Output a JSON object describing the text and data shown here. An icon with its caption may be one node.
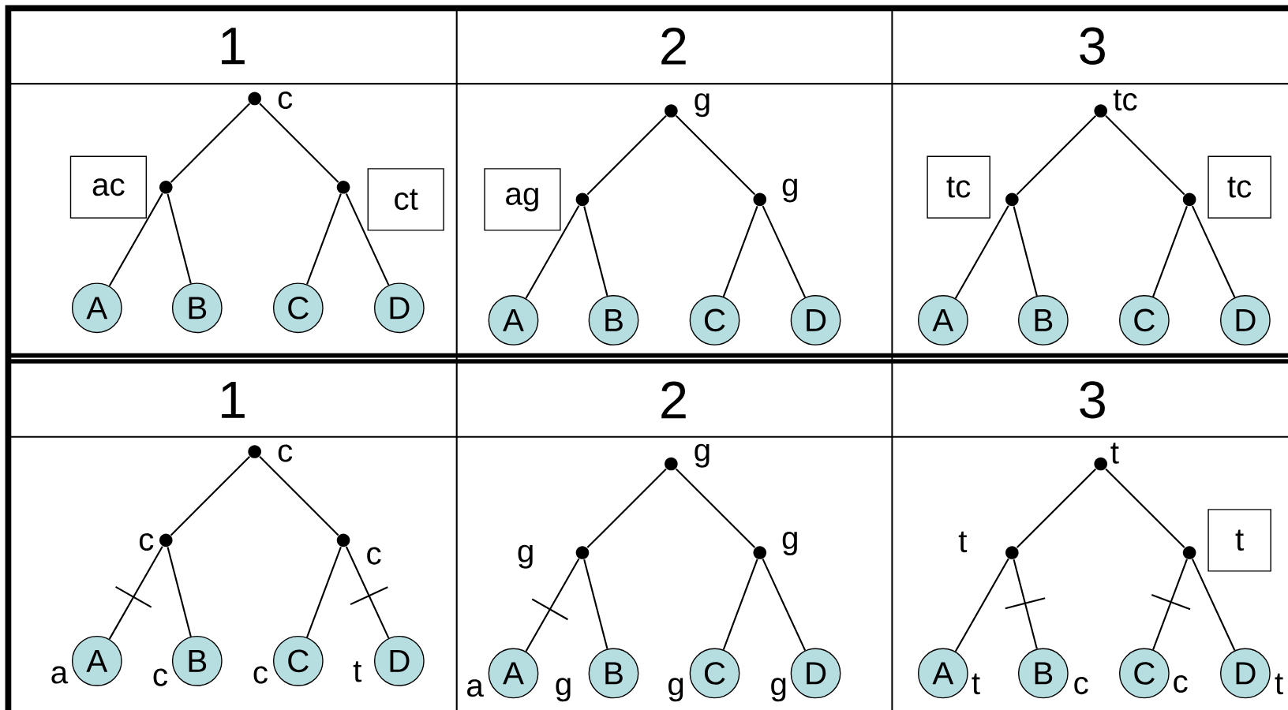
{
  "diagram": {
    "nodes": [
      {
        "text": [],
        "shape": "circle",
        "beside": [
          "c"
        ]
      },
      {
        "text": [],
        "shape": "circle"
      },
      {
        "text": [],
        "shape": "circle"
      },
      {
        "text": [
          "A"
        ]
      },
      {
        "text": [
          "B"
        ]
      },
      {
        "text": [
          "C"
        ]
      },
      {
        "text": [
          "D"
        ]
      },
      {
        "text": [
          "ac"
        ]
      },
      {
        "text": [
          "ct"
        ]
      },
      {
        "text": [],
        "shape": "circle",
        "beside": [
          "g"
        ]
      },
      {
        "text": [],
        "shape": "circle"
      },
      {
        "text": [],
        "shape": "circle",
        "beside": [
          "g"
        ]
      },
      {
        "text": [
          "A"
        ]
      },
      {
        "text": [
          "B"
        ]
      },
      {
        "text": [
          "C"
        ]
      },
      {
        "text": [
          "D"
        ]
      },
      {
        "text": [
          "ag"
        ]
      },
      {
        "text": [],
        "shape": "circle",
        "beside": [
          "tc"
        ]
      },
      {
        "text": [],
        "shape": "circle"
      },
      {
        "text": [],
        "shape": "circle"
      },
      {
        "text": [
          "A"
        ]
      },
      {
        "text": [
          "B"
        ]
      },
      {
        "text": [
          "C"
        ]
      },
      {
        "text": [
          "D"
        ]
      },
      {
        "text": [
          "tc"
        ]
      },
      {
        "text": [
          "tc"
        ]
      },
      {
        "text": [],
        "shape": "circle",
        "beside": [
          "c"
        ]
      },
      {
        "text": [],
        "shape": "circle",
        "beside": [
          "c"
        ]
      },
      {
        "text": [],
        "shape": "circle",
        "beside": [
          "c"
        ]
      },
      {
        "text": [
          "A"
        ],
        "beside": [
          "a"
        ]
      },
      {
        "text": [
          "B"
        ],
        "beside": [
          "c"
        ]
      },
      {
        "text": [
          "C"
        ],
        "beside": [
          "c"
        ]
      },
      {
        "text": [
          "D"
        ],
        "beside": [
          "t"
        ]
      },
      {
        "text": [],
        "shape": "circle",
        "beside": [
          "g"
        ]
      },
      {
        "text": [],
        "shape": "circle",
        "beside": [
          "g"
        ]
      },
      {
        "text": [],
        "shape": "circle",
        "beside": [
          "g"
        ]
      },
      {
        "text": [
          "A"
        ],
        "beside": [
          "a"
        ]
      },
      {
        "text": [
          "B"
        ],
        "beside": [
          "g"
        ]
      },
      {
        "text": [
          "C"
        ],
        "beside": [
          "g"
        ]
      },
      {
        "text": [
          "D"
        ],
        "beside": [
          "g"
        ]
      },
      {
        "text": [],
        "shape": "circle",
        "beside": [
          "t"
        ]
      },
      {
        "text": [],
        "shape": "circle",
        "beside": [
          "t"
        ]
      },
      {
        "text": [],
        "shape": "circle"
      },
      {
        "text": [
          "A"
        ],
        "beside": [
          "t"
        ]
      },
      {
        "text": [
          "B"
        ],
        "beside": [
          "c"
        ]
      },
      {
        "text": [
          "C"
        ],
        "beside": [
          "c"
        ]
      },
      {
        "text": [
          "D"
        ],
        "beside": [
          "t"
        ]
      },
      {
        "text": [
          "t"
        ]
      }
    ],
    "edges": [
      {
        "from": 0,
        "to": 1,
        "arrow": "none"
      },
      {
        "from": 0,
        "to": 2,
        "arrow": "none"
      },
      {
        "from": 1,
        "to": 3,
        "arrow": "none"
      },
      {
        "from": 1,
        "to": 4,
        "arrow": "none"
      },
      {
        "from": 2,
        "to": 5,
        "arrow": "none"
      },
      {
        "from": 2,
        "to": 6,
        "arrow": "none"
      },
      {
        "from": 9,
        "to": 10,
        "arrow": "none"
      },
      {
        "from": 9,
        "to": 11,
        "arrow": "none"
      },
      {
        "from": 10,
        "to": 12,
        "arrow": "none"
      },
      {
        "from": 10,
        "to": 13,
        "arrow": "none"
      },
      {
        "from": 11,
        "to": 14,
        "arrow": "none"
      },
      {
        "from": 11,
        "to": 15,
        "arrow": "none"
      },
      {
        "from": 17,
        "to": 18,
        "arrow": "none"
      },
      {
        "from": 17,
        "to": 19,
        "arrow": "none"
      },
      {
        "from": 18,
        "to": 20,
        "arrow": "none"
      },
      {
        "from": 18,
        "to": 21,
        "arrow": "none"
      },
      {
        "from": 19,
        "to": 22,
        "arrow": "none"
      },
      {
        "from": 19,
        "to": 23,
        "arrow": "none"
      },
      {
        "from": 26,
        "to": 27,
        "arrow": "none"
      },
      {
        "from": 26,
        "to": 28,
        "arrow": "none"
      },
      {
        "from": 27,
        "to": 29,
        "arrow": "none"
      },
      {
        "from": 27,
        "to": 30,
        "arrow": "none"
      },
      {
        "from": 28,
        "to": 31,
        "arrow": "none"
      },
      {
        "from": 28,
        "to": 32,
        "arrow": "none"
      },
      {
        "from": 33,
        "to": 34,
        "arrow": "none"
      },
      {
        "from": 33,
        "to": 35,
        "arrow": "none"
      },
      {
        "from": 34,
        "to": 36,
        "arrow": "none"
      },
      {
        "from": 34,
        "to": 37,
        "arrow": "none"
      },
      {
        "from": 35,
        "to": 38,
        "arrow": "none"
      },
      {
        "from": 35,
        "to": 39,
        "arrow": "none"
      },
      {
        "from": 40,
        "to": 41,
        "arrow": "none"
      },
      {
        "from": 40,
        "to": 42,
        "arrow": "none"
      },
      {
        "from": 41,
        "to": 43,
        "arrow": "none"
      },
      {
        "from": 41,
        "to": 44,
        "arrow": "none"
      },
      {
        "from": 42,
        "to": 45,
        "arrow": "none"
      },
      {
        "from": 42,
        "to": 46,
        "arrow": "none"
      }
    ],
    "labels": [
      "1",
      "2",
      "3",
      "1",
      "2",
      "3"
    ]
  }
}
